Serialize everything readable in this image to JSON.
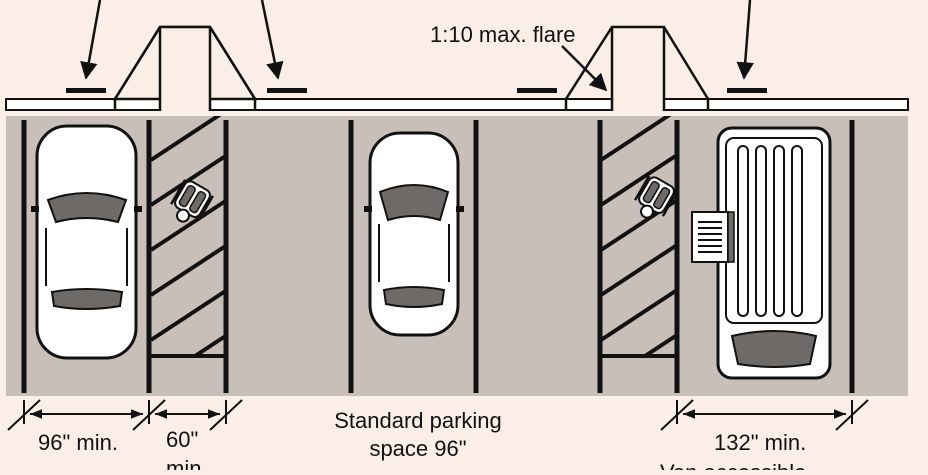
{
  "colors": {
    "background": "#fbeee6",
    "pavement": "#c8bfb8",
    "curb": "#ffffff",
    "line": "#111111",
    "car_body": "#ffffff",
    "glass": "#6e6a68"
  },
  "labels": {
    "flare": "1:10 max. flare",
    "standard_line1": "Standard parking",
    "standard_line2": "space 96\"",
    "dim_96": "96\" min.",
    "dim_60_line1": "60\"",
    "dim_60_line2": "min.",
    "dim_132": "132\" min.",
    "bottom_cut": "Van accessible"
  },
  "icons": {
    "wheelchair": "wheelchair-user-icon",
    "car": "car-icon",
    "van": "van-icon",
    "lift": "wheelchair-lift-icon"
  }
}
